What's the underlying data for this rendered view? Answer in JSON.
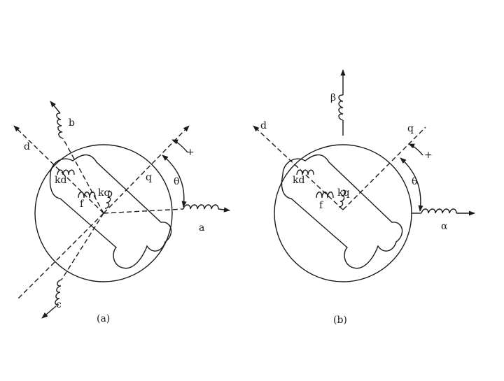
{
  "diagram": {
    "panel_a": {
      "caption": "(a)",
      "labels": {
        "d": "d",
        "q": "q",
        "a": "a",
        "b": "b",
        "c": "c",
        "kd": "kd",
        "kq": "kq",
        "f": "f",
        "theta": "θ",
        "plus": "+"
      }
    },
    "panel_b": {
      "caption": "(b)",
      "labels": {
        "d": "d",
        "q": "q",
        "alpha": "α",
        "beta": "β",
        "kd": "kd",
        "kq": "kq",
        "f": "f",
        "theta": "θ",
        "plus": "+"
      }
    }
  }
}
